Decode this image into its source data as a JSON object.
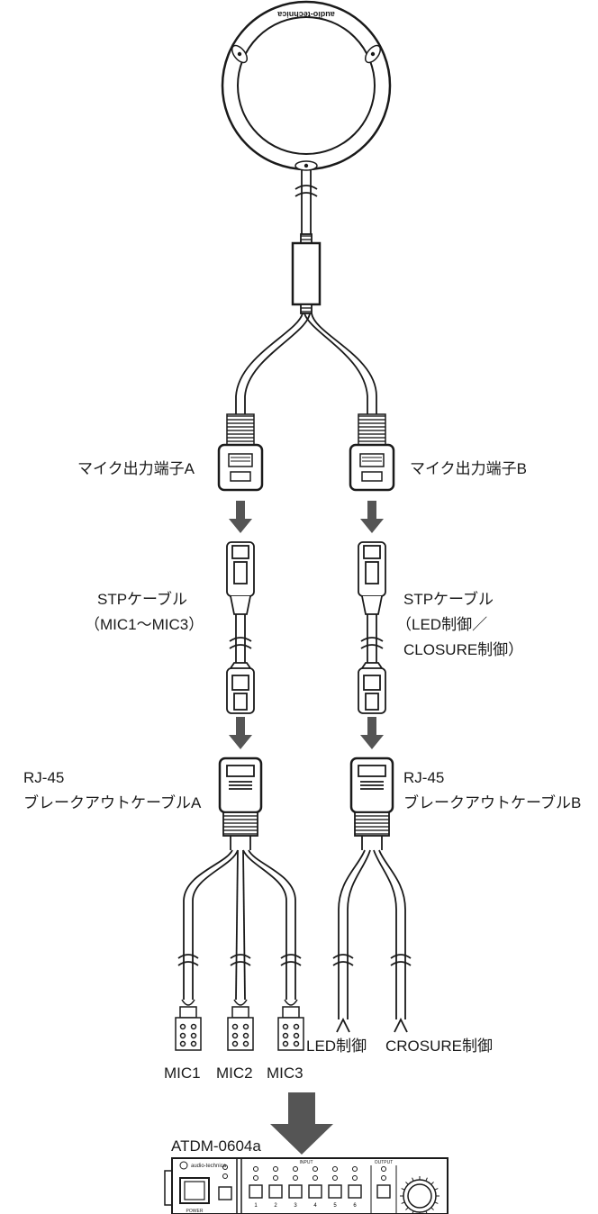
{
  "microphone": {
    "brand": "audio-technica"
  },
  "labels": {
    "mic_output_a": "マイク出力端子A",
    "mic_output_b": "マイク出力端子B",
    "stp_cable_a_line1": "STPケーブル",
    "stp_cable_a_line2": "（MIC1〜MIC3）",
    "stp_cable_b_line1": "STPケーブル",
    "stp_cable_b_line2": "（LED制御／",
    "stp_cable_b_line3": "CLOSURE制御）",
    "breakout_a_line1": "RJ-45",
    "breakout_a_line2": "ブレークアウトケーブルA",
    "breakout_b_line1": "RJ-45",
    "breakout_b_line2": "ブレークアウトケーブルB",
    "mic1": "MIC1",
    "mic2": "MIC2",
    "mic3": "MIC3",
    "led_control": "LED制御",
    "closure_control": "CROSURE制御"
  },
  "device": {
    "model": "ATDM-0604a",
    "brand": "audio-technica",
    "power_label": "POWER",
    "input_label": "INPUT",
    "output_label": "OUTPUT",
    "channel_numbers": [
      "1",
      "2",
      "3",
      "4",
      "5",
      "6"
    ]
  },
  "colors": {
    "line": "#1a1a1a",
    "arrow": "#555555",
    "white": "#ffffff"
  }
}
